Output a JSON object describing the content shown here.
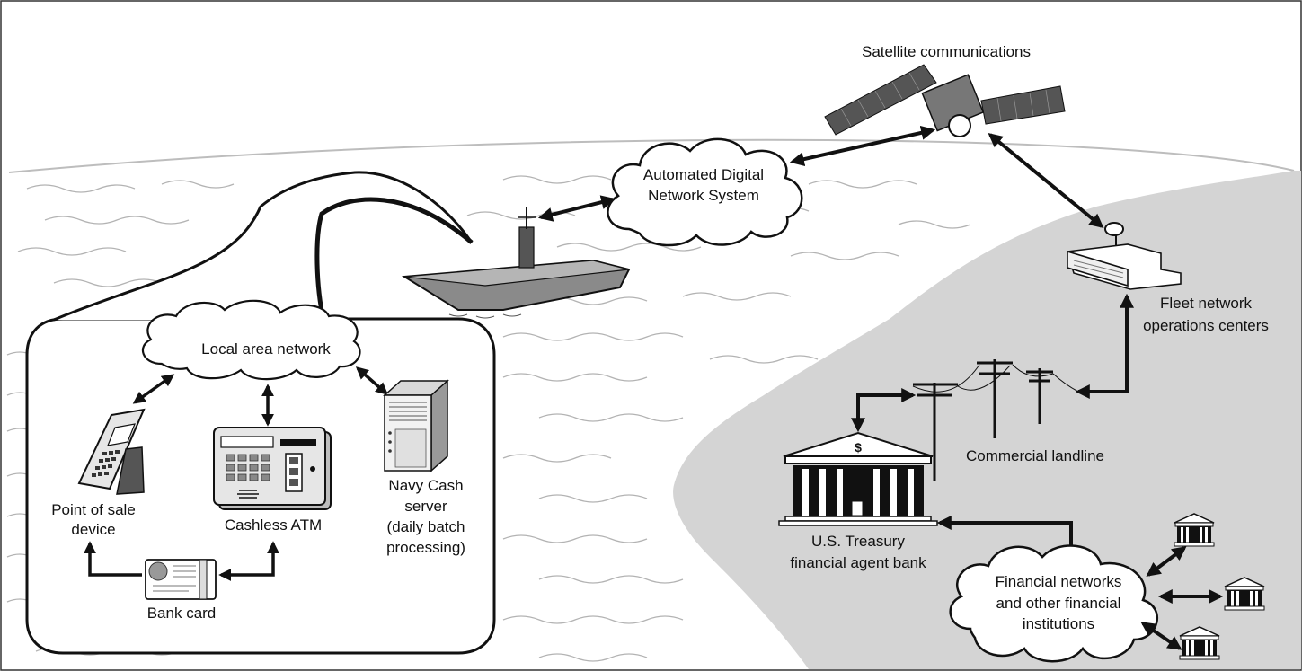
{
  "labels": {
    "satellite": "Satellite communications",
    "adns_1": "Automated Digital",
    "adns_2": "Network System",
    "fleet_1": "Fleet network",
    "fleet_2": "operations centers",
    "lan": "Local area network",
    "pos_1": "Point of sale",
    "pos_2": "device",
    "atm": "Cashless ATM",
    "server_1": "Navy Cash",
    "server_2": "server",
    "server_3": "(daily batch",
    "server_4": "processing)",
    "bank_card": "Bank card",
    "landline": "Commercial landline",
    "treasury_1": "U.S. Treasury",
    "treasury_2": "financial agent bank",
    "fin_1": "Financial networks",
    "fin_2": "and other financial",
    "fin_3": "institutions",
    "dollar": "$"
  },
  "colors": {
    "land": "#d4d4d4",
    "water_line": "#bdbdbd",
    "ink": "#111111",
    "device_fill": "#e6e6e6"
  }
}
